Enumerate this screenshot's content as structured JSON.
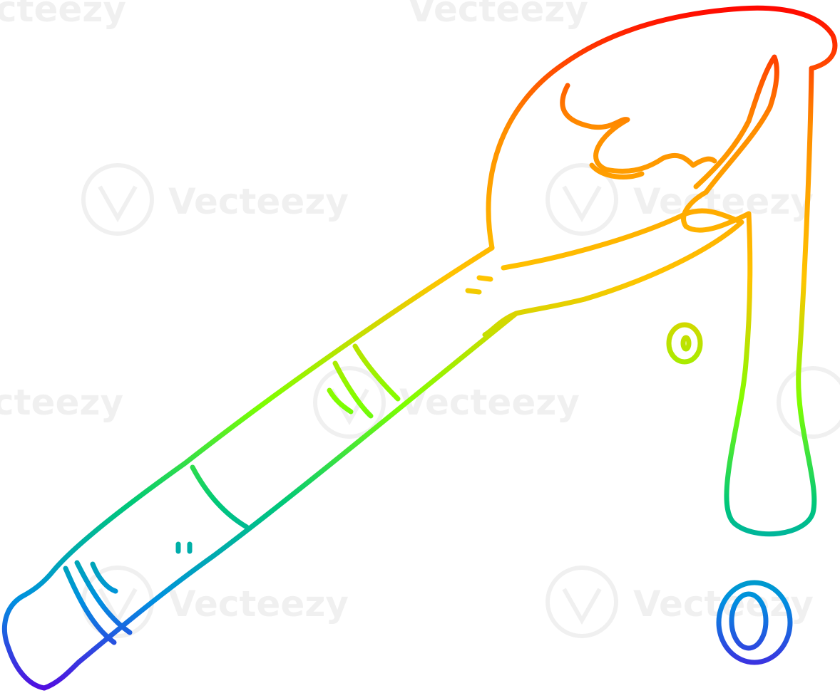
{
  "illustration": {
    "subject": "paint-brush",
    "style": "rainbow line art",
    "gradient_colors": [
      "#ff0000",
      "#ff8c00",
      "#ffc400",
      "#7dff00",
      "#00c878",
      "#0090e0",
      "#5a00e0"
    ]
  },
  "watermark": {
    "text": "Vecteezy",
    "text_partial": "ecteezy",
    "text_partial_2": "cteezy"
  }
}
